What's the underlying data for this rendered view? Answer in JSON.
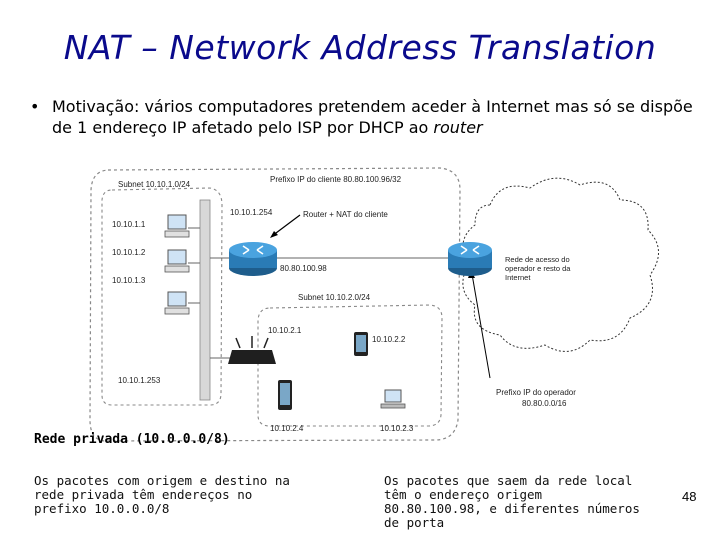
{
  "slide": {
    "title": "NAT – Network Address Translation",
    "bullet_main": "Motivação: vários computadores pretendem aceder à Internet mas só se dispõe de 1 endereço IP afetado pelo ISP por DHCP ao ",
    "bullet_em": "router",
    "private_network": "Rede privada (10.0.0.0/8)",
    "note_left": "Os pacotes com origem e destino na rede privada têm endereços no prefixo 10.0.0.0/8",
    "note_right": "Os pacotes que saem da rede local têm o endereço origem 80.80.100.98, e diferentes números de porta",
    "page_number": "48"
  },
  "diagram": {
    "subnet1": "Subnet 10.10.1.0/24",
    "client_prefix": "Prefixo IP do cliente 80.80.100.96/32",
    "router_inside_ip": "10.10.1.254",
    "router_label": "Router + NAT do cliente",
    "router_outside_ip": "80.80.100.98",
    "subnet2": "Subnet 10.10.2.0/24",
    "hosts": {
      "h1": "10.10.1.1",
      "h2": "10.10.1.2",
      "h3": "10.10.1.3",
      "ap": "10.10.1.253",
      "w1": "10.10.2.1",
      "w2": "10.10.2.2",
      "w4": "10.10.2.4",
      "w3": "10.10.2.3"
    },
    "cloud": "Rede de acesso do operador e resto da Internet",
    "operator_prefix_label": "Prefixo IP do operador",
    "operator_prefix": "80.80.0.0/16"
  }
}
